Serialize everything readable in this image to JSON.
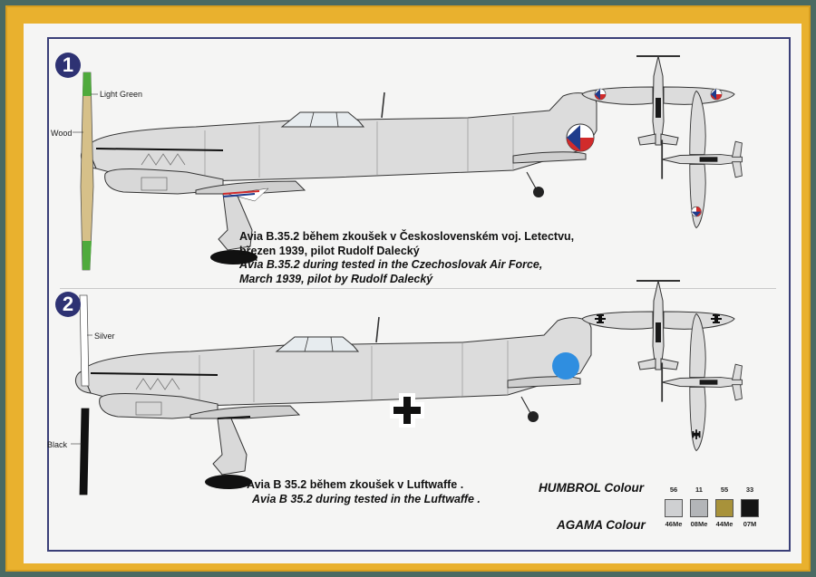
{
  "profiles": [
    {
      "number": "1",
      "prop_labels": [
        "Light Green",
        "Wood"
      ],
      "caption_cz_1": "Avia B.35.2  během zkoušek v Československém voj. Letectvu,",
      "caption_cz_2": "březen 1939,  pilot Rudolf Dalecký",
      "caption_en_1": "Avia B.35.2 during tested in the Czechoslovak Air Force,",
      "caption_en_2": "March 1939,  pilot by Rudolf Dalecký"
    },
    {
      "number": "2",
      "prop_labels": [
        "Silver",
        "Black"
      ],
      "caption_cz_1": "Avia  B 35.2  během zkoušek  v  Luftwaffe .",
      "caption_en_1": "Avia  B 35.2  during tested  in  the  Luftwaffe ."
    }
  ],
  "paints": {
    "humbrol_label": "HUMBROL Colour",
    "agama_label": "AGAMA Colour",
    "swatches": [
      {
        "humbrol": "56",
        "agama": "46Me",
        "color": "#cfd0d2"
      },
      {
        "humbrol": "11",
        "agama": "08Me",
        "color": "#b3b5b8"
      },
      {
        "humbrol": "55",
        "agama": "44Me",
        "color": "#a8923a"
      },
      {
        "humbrol": "33",
        "agama": "07M",
        "color": "#151515"
      }
    ]
  },
  "colors": {
    "border_yellow": "#e9b12e",
    "frame_navy": "#3a3f78",
    "aircraft_grey": "#dcdcdc",
    "czech_blue": "#1f3c8c",
    "czech_red": "#d12b2b",
    "luftwaffe_roundel_blue": "#2f8ee0",
    "prop_green": "#4faa3c",
    "prop_wood": "#d6c089"
  }
}
